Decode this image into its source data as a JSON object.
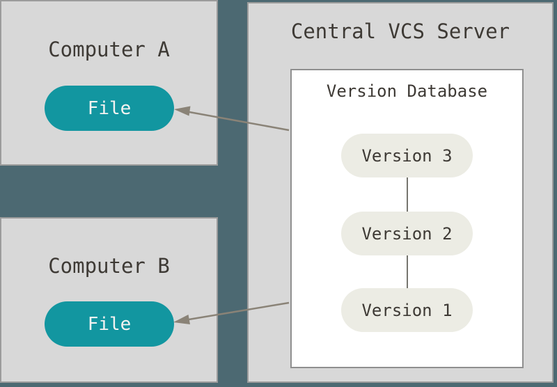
{
  "colors": {
    "background": "#4C6972",
    "machine_box_fill": "#D8D8D8",
    "machine_box_border": "#9C9C9C",
    "database_box_fill": "#FFFFFF",
    "database_box_border": "#8F8F8F",
    "file_pill_fill": "#1296A0",
    "file_pill_text": "#F4F3F1",
    "version_pill_fill": "#ECECE4",
    "dark_text": "#3E3A35",
    "arrow": "#8A8377",
    "connector": "#76756F"
  },
  "boxes": {
    "computer_a": {
      "title": "Computer A",
      "file_label": "File"
    },
    "computer_b": {
      "title": "Computer B",
      "file_label": "File"
    }
  },
  "server": {
    "title": "Central VCS Server",
    "version_database": {
      "title": "Version Database",
      "versions": [
        "Version 3",
        "Version 2",
        "Version 1"
      ]
    }
  }
}
